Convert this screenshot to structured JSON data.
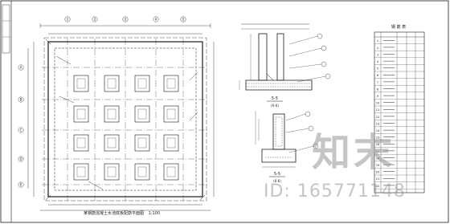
{
  "plan": {
    "title": "某钢筋混凝土水池底板配筋平面图",
    "scale": "1:100",
    "axes_x": [
      "1",
      "2",
      "3",
      "4",
      "5"
    ],
    "axes_y": [
      "A",
      "B",
      "C",
      "D",
      "E"
    ]
  },
  "sections": {
    "upper_label": "5-5",
    "upper_sub": "(6-6)",
    "lower_label": "5-5",
    "lower_sub": "(6-6)"
  },
  "schedule": {
    "title": "钢 筋 表",
    "row_numbers": [
      "1",
      "2",
      "3",
      "4",
      "5",
      "6",
      "7",
      "8",
      "9",
      "10",
      "11",
      "12",
      "13",
      "14",
      "15",
      "16",
      "17",
      "18",
      "19",
      "20",
      "21",
      "22"
    ]
  },
  "watermark": {
    "brand": "知末",
    "id": "ID: 165771148"
  },
  "colors": {
    "line": "#1a1a1a",
    "accent": "#1a5fb4",
    "watermark": "#9a9a9a"
  }
}
